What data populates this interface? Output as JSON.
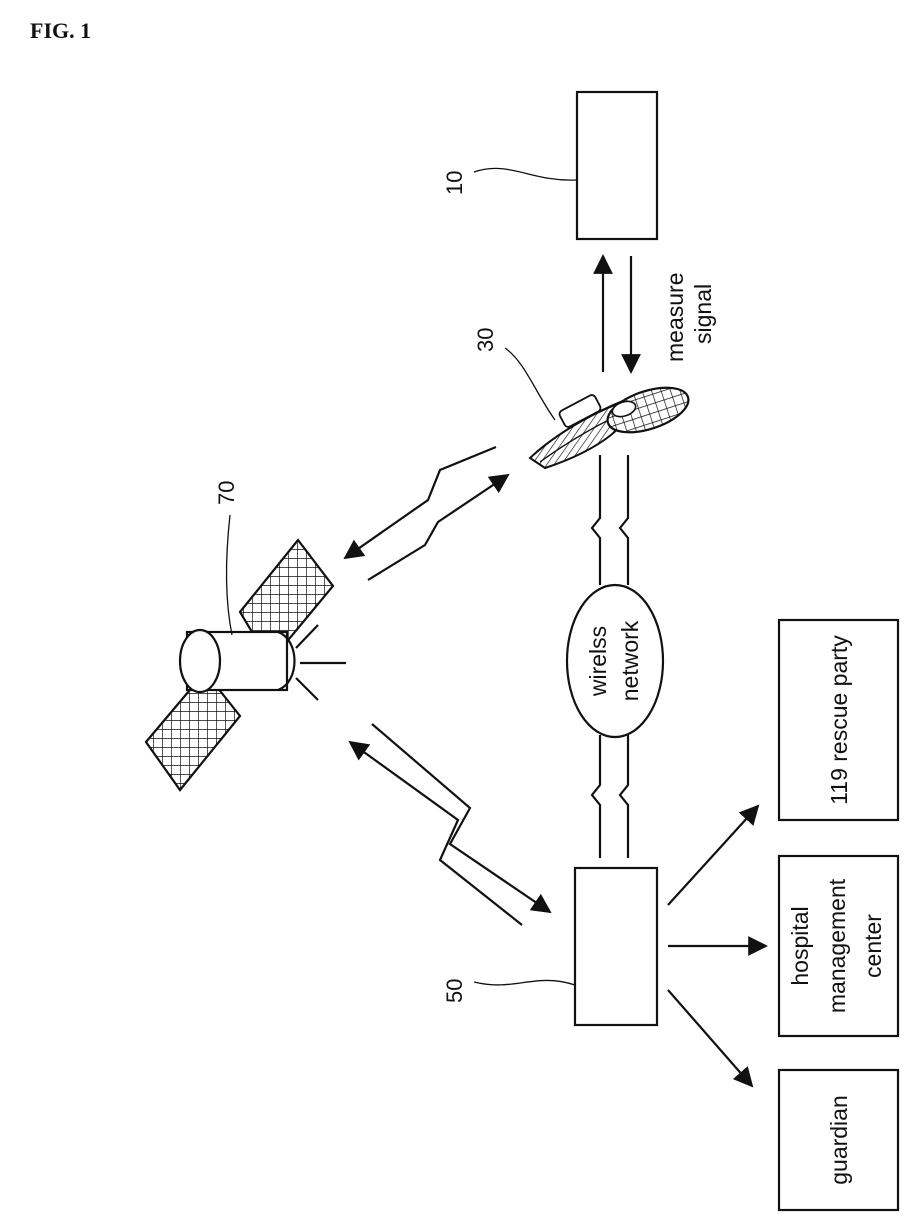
{
  "figure": {
    "title": "FIG. 1"
  },
  "refs": {
    "sensor": "10",
    "phone": "30",
    "server": "50",
    "satellite": "70"
  },
  "labels": {
    "measure_line1": "measure",
    "measure_line2": "signal",
    "network_line1": "wirelss",
    "network_line2": "network",
    "rescue": "119 rescue party",
    "hospital_line1": "hospital",
    "hospital_line2": "management",
    "hospital_line3": "center",
    "guardian": "guardian"
  }
}
